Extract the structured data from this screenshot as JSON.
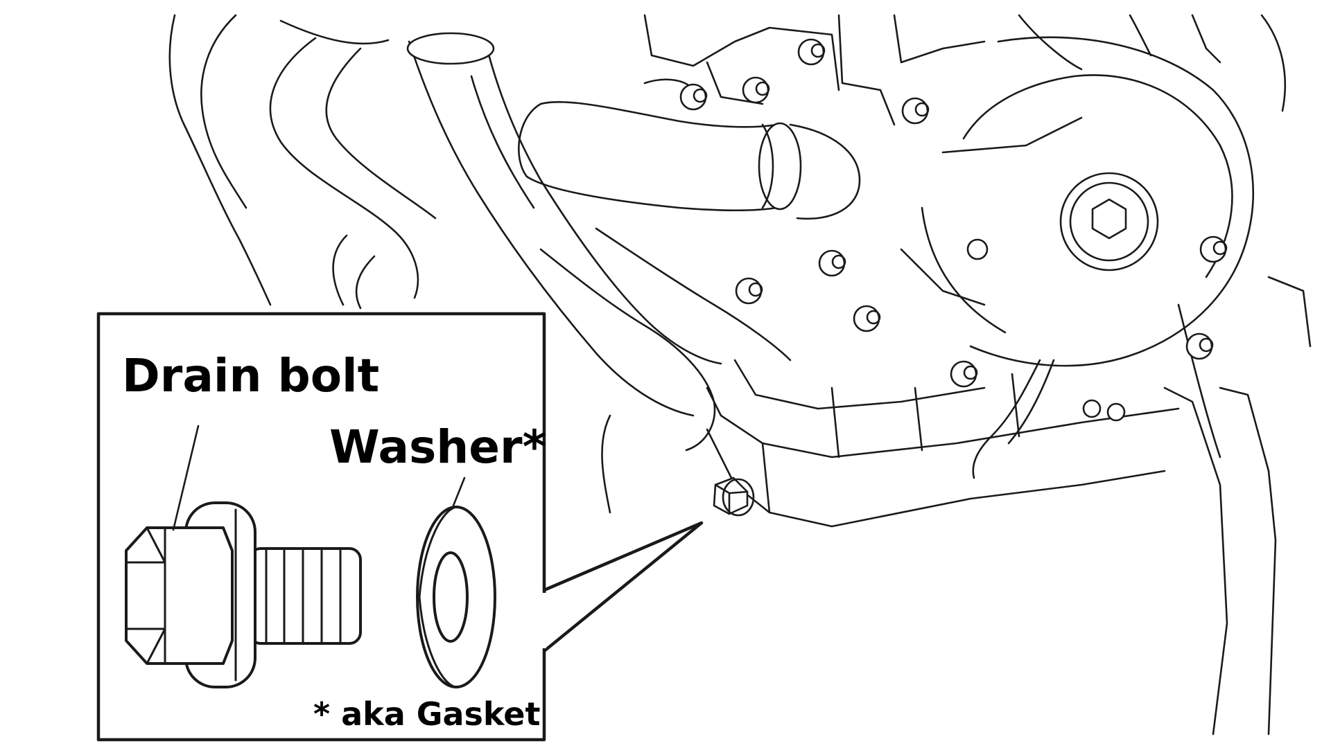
{
  "labels": {
    "drain_bolt": "Drain bolt",
    "washer": "Washer*",
    "footnote": "* aka Gasket"
  },
  "colors": {
    "line": "#1a1a1a",
    "background": "#ffffff",
    "text": "#000000"
  }
}
